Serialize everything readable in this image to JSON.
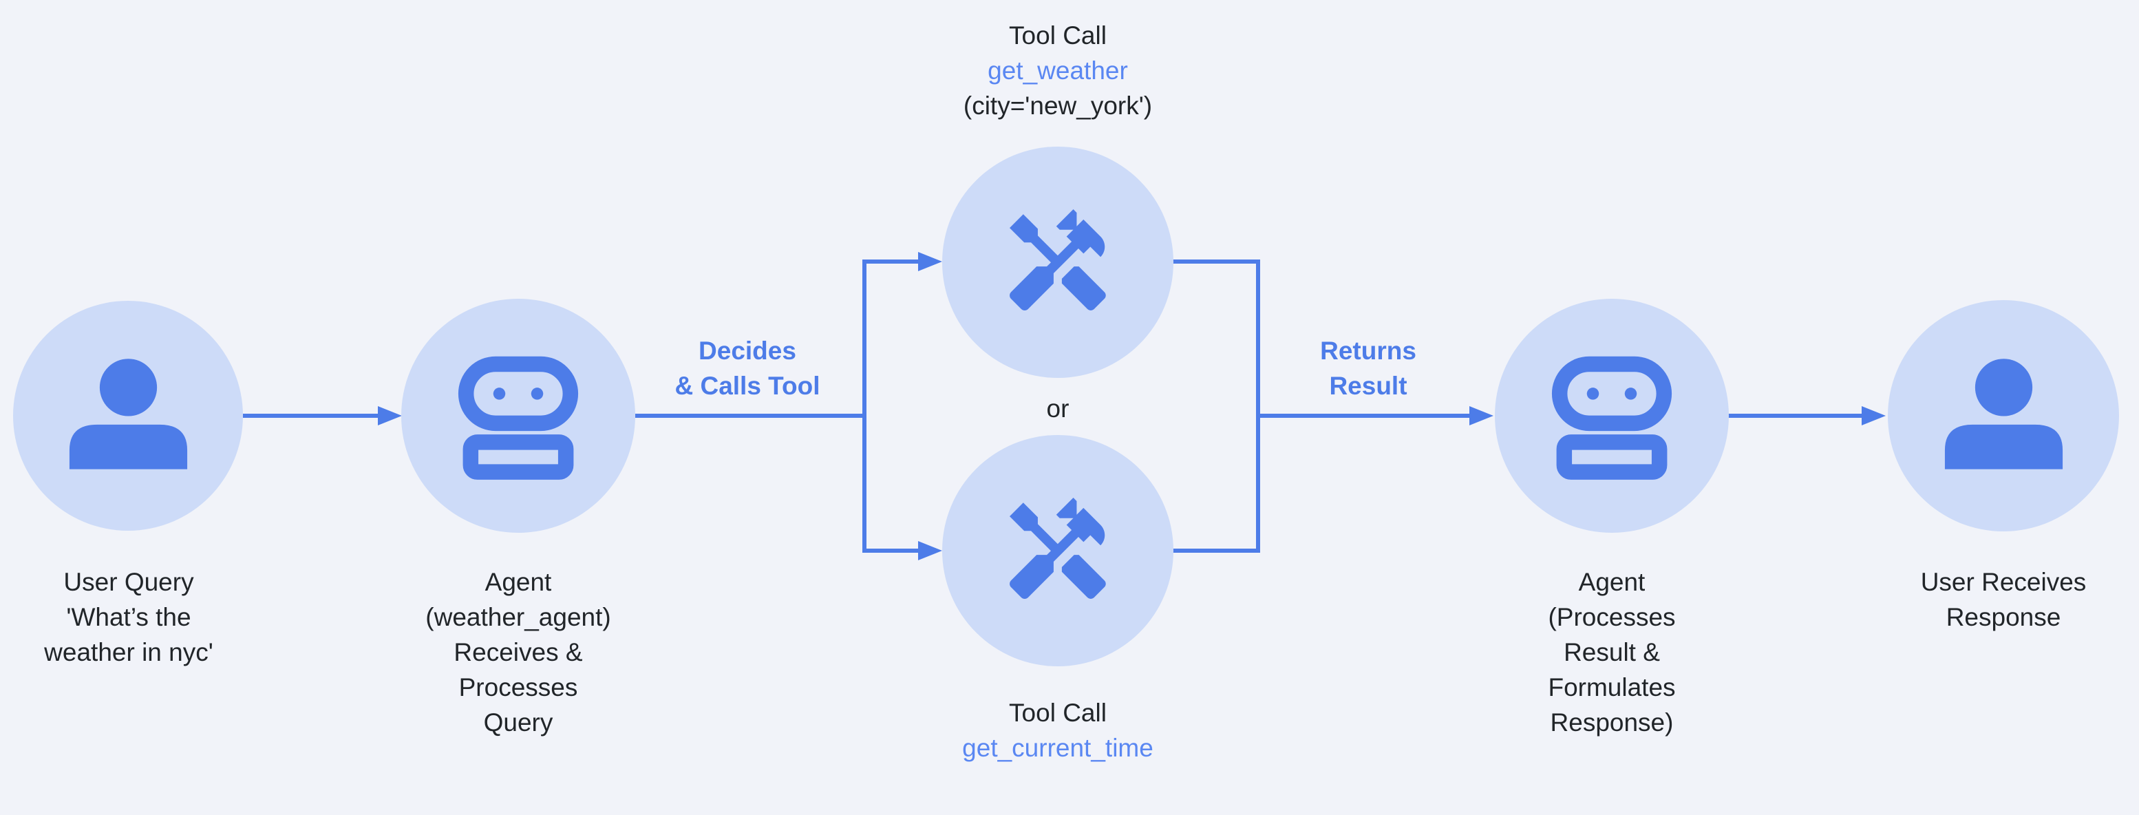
{
  "colors": {
    "background": "#F1F3F9",
    "node_fill": "#CDDBF8",
    "accent_blue": "#4D7CE8",
    "code_blue": "#5A87F2",
    "text_dark": "#212529"
  },
  "nodes": {
    "user_query": {
      "icon": "person-icon",
      "lines": [
        "User Query",
        "'What’s the",
        "weather in nyc'"
      ]
    },
    "agent_in": {
      "icon": "robot-icon",
      "lines": [
        "Agent",
        "(weather_agent)",
        "Receives &",
        "Processes",
        "Query"
      ]
    },
    "tool_weather": {
      "icon": "tools-icon",
      "lines": [
        "Tool Call",
        "get_weather",
        "(city='new_york')"
      ]
    },
    "tool_time": {
      "icon": "tools-icon",
      "lines": [
        "Tool Call",
        "get_current_time"
      ]
    },
    "agent_out": {
      "icon": "robot-icon",
      "lines": [
        "Agent",
        "(Processes",
        "Result &",
        "Formulates",
        "Response)"
      ]
    },
    "user_response": {
      "icon": "person-icon",
      "lines": [
        "User Receives",
        "Response"
      ]
    }
  },
  "edges": {
    "decides": {
      "lines": [
        "Decides",
        "& Calls Tool"
      ]
    },
    "returns": {
      "lines": [
        "Returns",
        "Result"
      ]
    },
    "or_label": "or"
  }
}
